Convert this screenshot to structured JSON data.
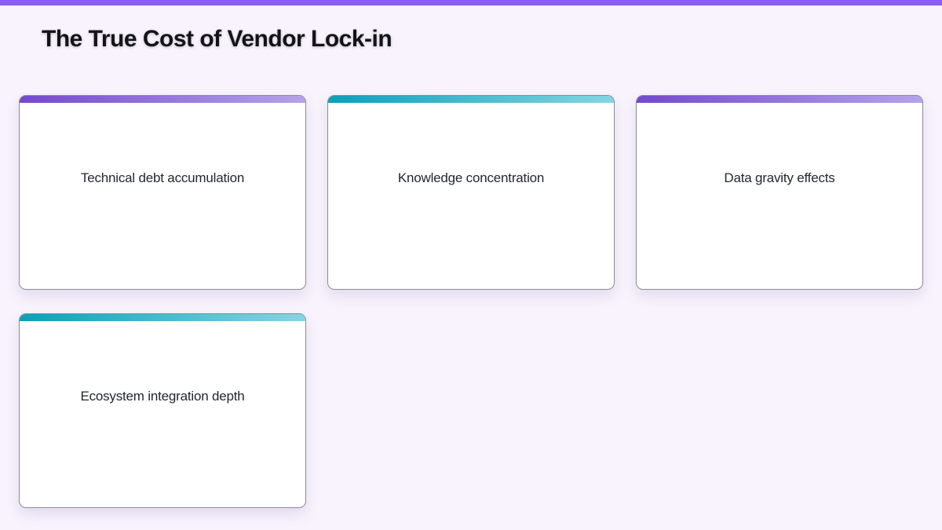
{
  "page": {
    "title": "The True Cost of Vendor Lock-in",
    "background_color": "#f8f3fc",
    "top_bar_color": "#8b5cf6"
  },
  "accent_colors": {
    "purple": {
      "start": "#7448cf",
      "end": "#b4a3e8"
    },
    "teal": {
      "start": "#09a0ba",
      "end": "#85d5e3"
    }
  },
  "cards": [
    {
      "label": "Technical debt accumulation",
      "accent": "purple"
    },
    {
      "label": "Knowledge concentration",
      "accent": "teal"
    },
    {
      "label": "Data gravity effects",
      "accent": "purple"
    },
    {
      "label": "Ecosystem integration depth",
      "accent": "teal"
    }
  ]
}
